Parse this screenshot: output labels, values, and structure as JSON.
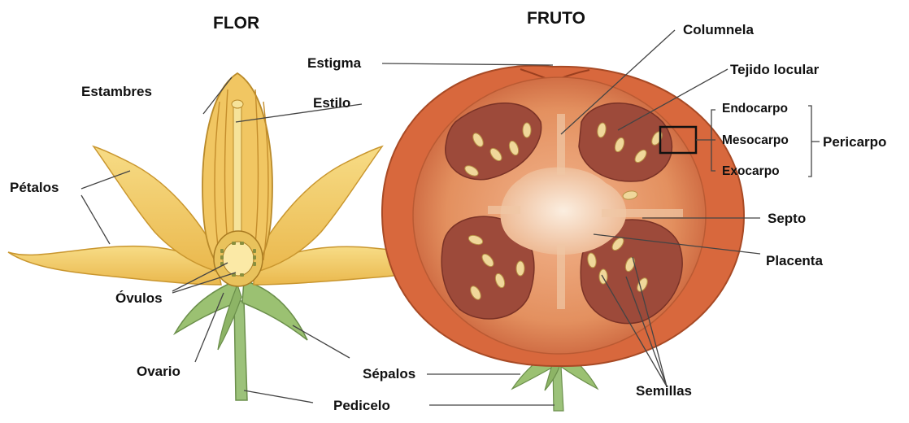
{
  "titles": {
    "flower": "FLOR",
    "fruit": "FRUTO"
  },
  "flower_labels": {
    "estigma": "Estigma",
    "estambres": "Estambres",
    "estilo": "Estilo",
    "petalos": "Pétalos",
    "ovulos": "Óvulos",
    "ovario": "Ovario",
    "sepalos": "Sépalos",
    "pedicelo": "Pedicelo"
  },
  "fruit_labels": {
    "columnela": "Columnela",
    "tejido_locular": "Tejido locular",
    "endocarpo": "Endocarpo",
    "mesocarpo": "Mesocarpo",
    "exocarpo": "Exocarpo",
    "pericarpo": "Pericarpo",
    "septo": "Septo",
    "placenta": "Placenta",
    "semillas": "Semillas"
  },
  "colors": {
    "petal": "#f4cf6a",
    "petal_edge": "#c9962e",
    "sepal": "#8fb56a",
    "fruit_skin": "#d86a3e",
    "fruit_flesh": "#e59668",
    "locule": "#9b4a3a",
    "seed": "#f0d79a",
    "placenta": "#f6dcc2",
    "leader": "#444444"
  }
}
